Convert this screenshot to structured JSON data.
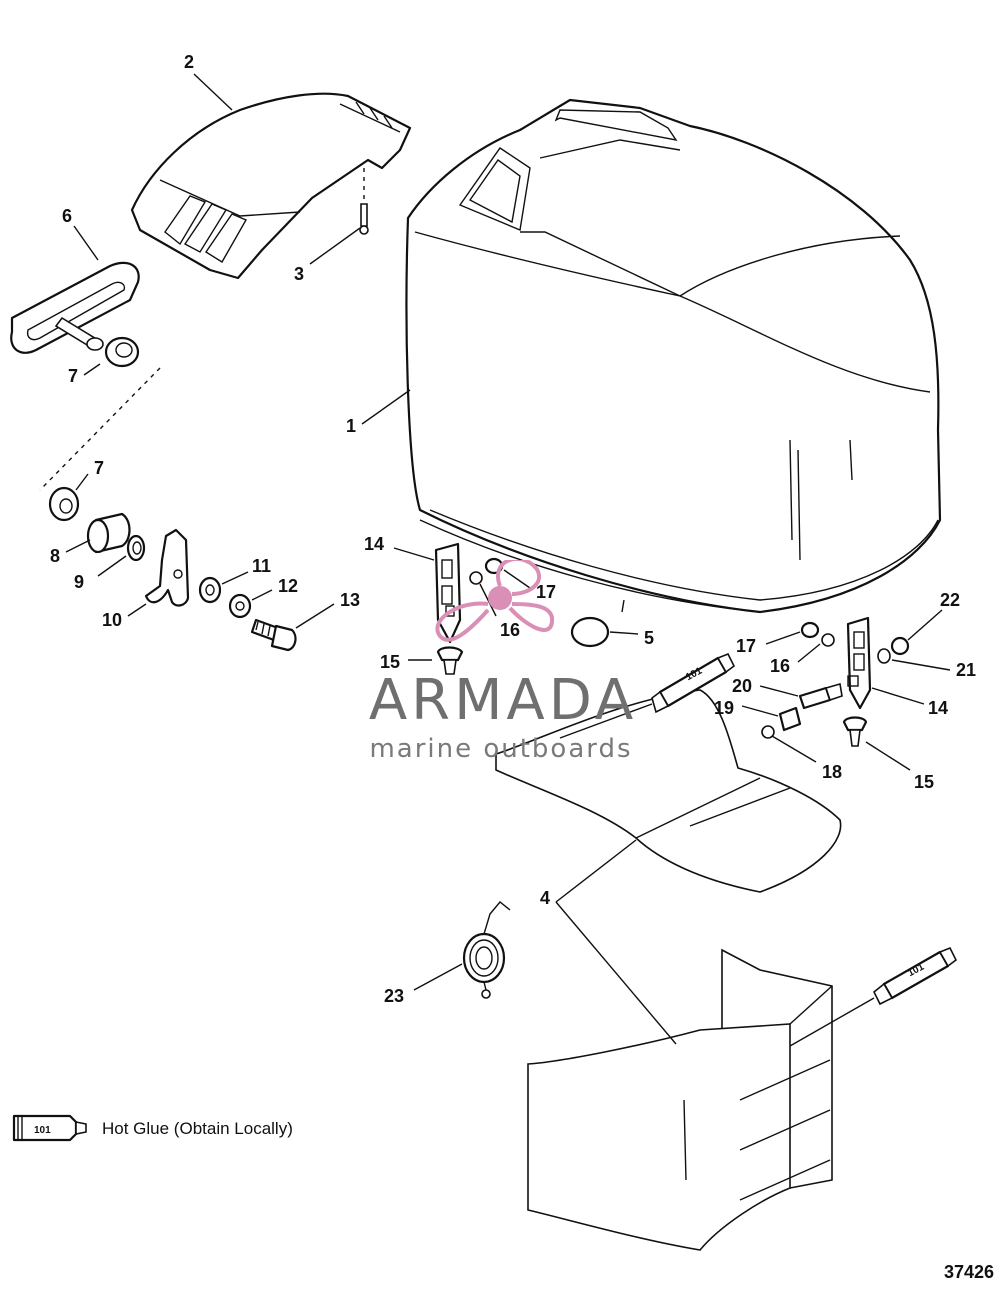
{
  "callouts": {
    "c1": "1",
    "c2": "2",
    "c3": "3",
    "c4": "4",
    "c5": "5",
    "c6": "6",
    "c7a": "7",
    "c7b": "7",
    "c8": "8",
    "c9": "9",
    "c10": "10",
    "c11": "11",
    "c12": "12",
    "c13": "13",
    "c14a": "14",
    "c14b": "14",
    "c15a": "15",
    "c15b": "15",
    "c16a": "16",
    "c16b": "16",
    "c17a": "17",
    "c17b": "17",
    "c18": "18",
    "c19": "19",
    "c20": "20",
    "c21": "21",
    "c22": "22",
    "c23": "23"
  },
  "tube_label": "101",
  "legend": {
    "symbol_label": "101",
    "text": "Hot Glue (Obtain Locally)"
  },
  "watermark": {
    "name": "ARMADA",
    "subtitle": "marine outboards",
    "accent_color": "#d98fb6",
    "text_color": "#6f6f6f"
  },
  "figure_number": "37426"
}
